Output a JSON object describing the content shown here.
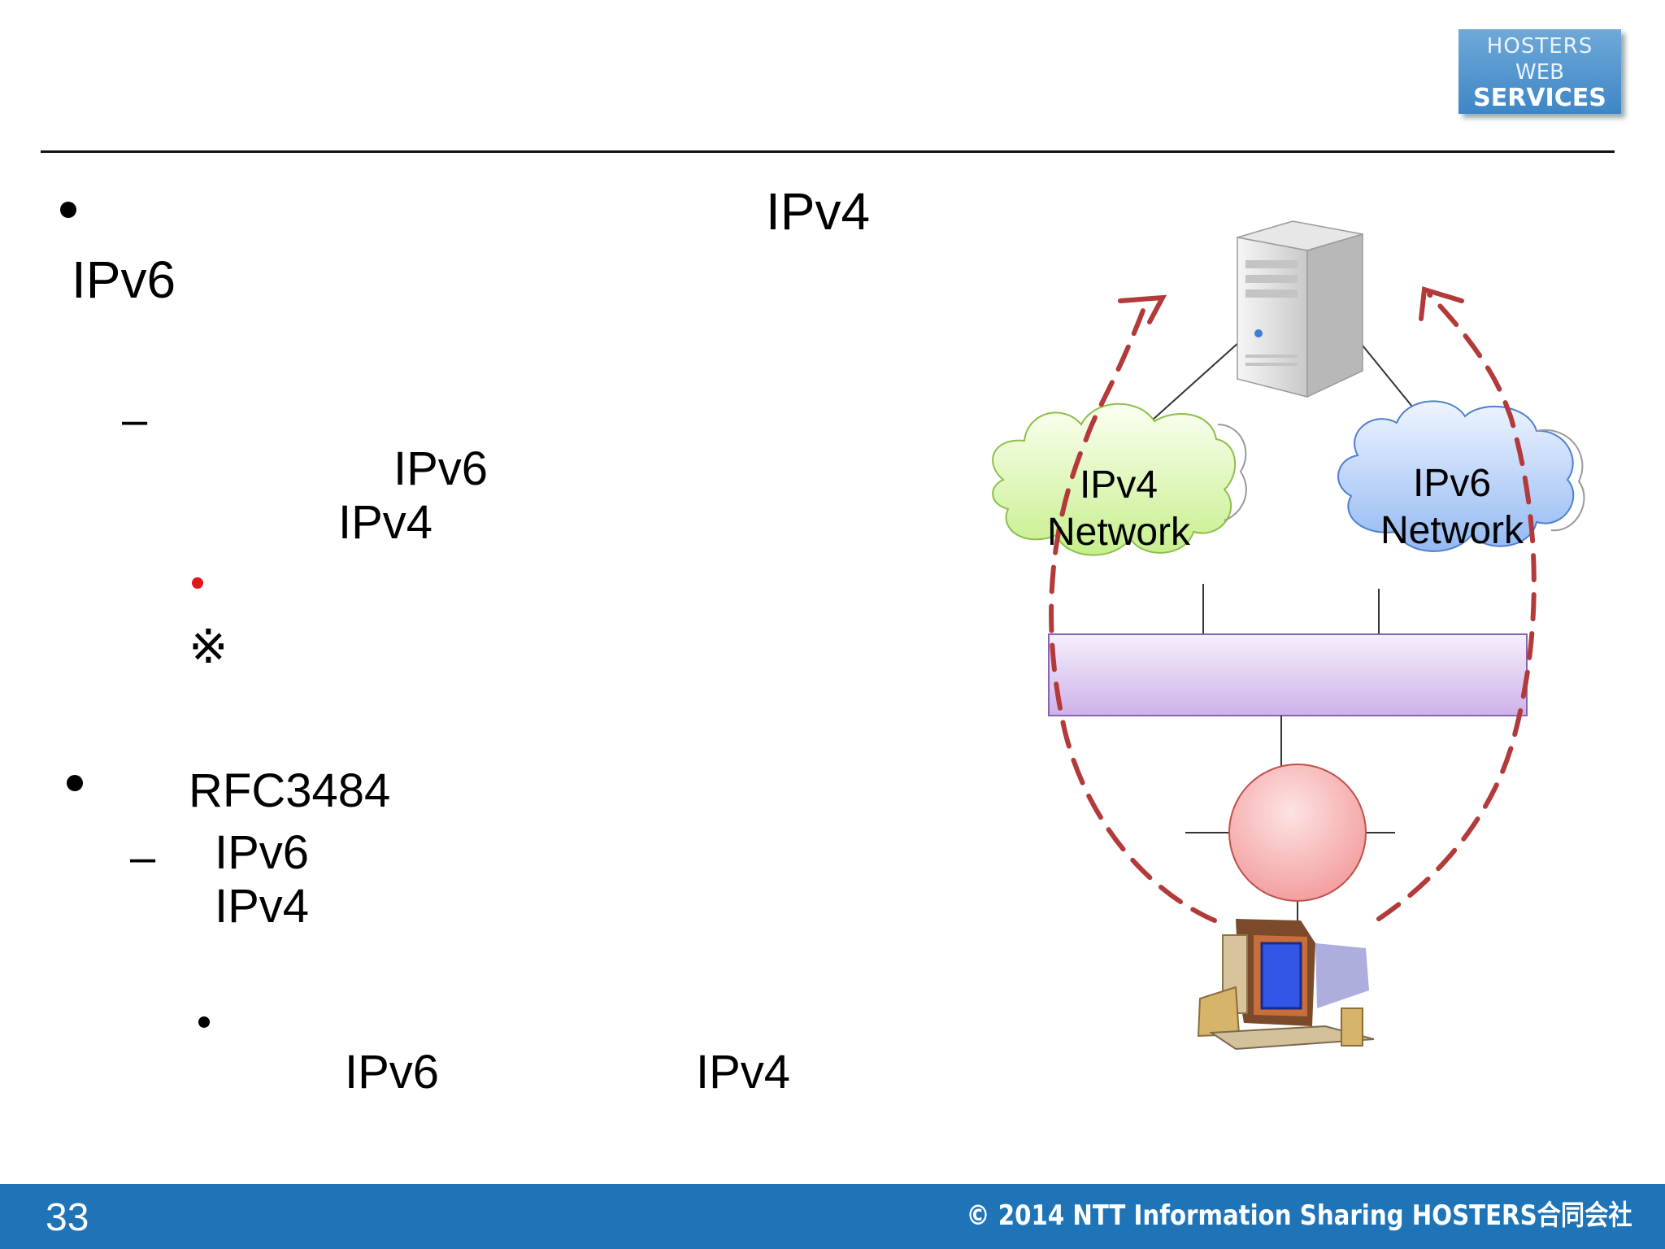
{
  "logo": {
    "line1": "HOSTERS",
    "line2": "WEB",
    "line3": "SERVICES"
  },
  "body": {
    "b1_ipv4": "IPv4",
    "b1_ipv6": "IPv6",
    "dash1": "–",
    "s1_ipv6": "IPv6",
    "s1_ipv4": "IPv4",
    "ref_mark": "※",
    "b2_rfc": "RFC3484",
    "dash2": "–",
    "s2_ipv6": "IPv6",
    "s2_ipv4": "IPv4",
    "ss_ipv6": "IPv6",
    "ss_ipv4": "IPv4"
  },
  "diagram": {
    "ipv4_cloud": {
      "line1": "IPv4",
      "line2": "Network",
      "color": "#d8f5a8"
    },
    "ipv6_cloud": {
      "line1": "IPv6",
      "line2": "Network",
      "color": "#b0cdf7"
    },
    "router_bar_color": "#ddc8ef",
    "node_color": "#f7b4b4",
    "arrow_color": "#b33a3a"
  },
  "footer": {
    "page_number": "33",
    "copyright": "© 2014 NTT Information Sharing HOSTERS合同会社",
    "bar_color": "#1f74b8"
  }
}
